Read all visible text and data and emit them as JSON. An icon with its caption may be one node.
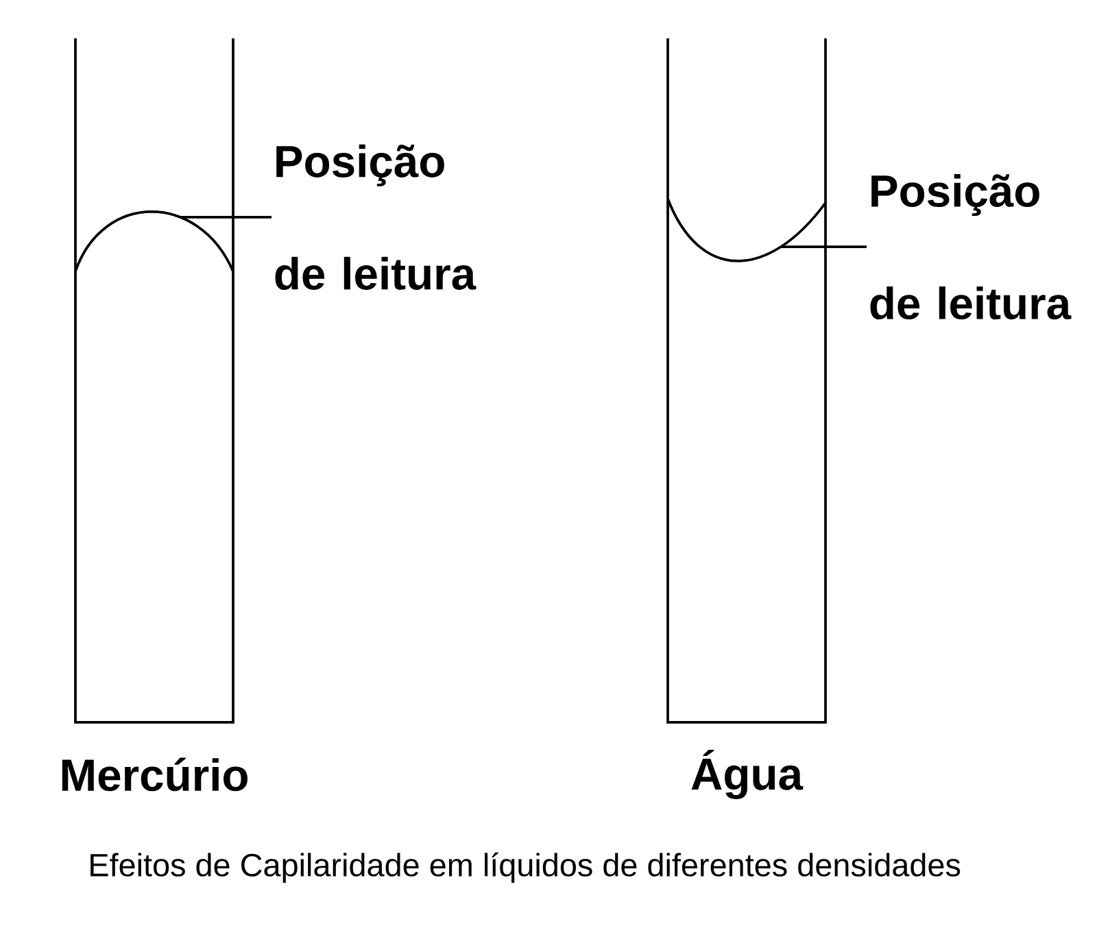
{
  "diagram": {
    "caption": "Efeitos de Capilaridade em líquidos de diferentes densidades",
    "nodes": [
      {
        "text": [
          "Mercúrio"
        ]
      },
      {
        "text": [],
        "shape": "arc",
        "in": 0
      },
      {
        "text": [
          "Posição de leitura"
        ]
      },
      {
        "text": [
          "Água"
        ]
      },
      {
        "text": [],
        "shape": "arc",
        "in": 3
      },
      {
        "text": [
          "Posição de leitura"
        ]
      }
    ],
    "edges": [
      {
        "from": 2,
        "to": 1,
        "arrow": "none"
      },
      {
        "from": 5,
        "to": 4,
        "arrow": "none"
      }
    ]
  }
}
